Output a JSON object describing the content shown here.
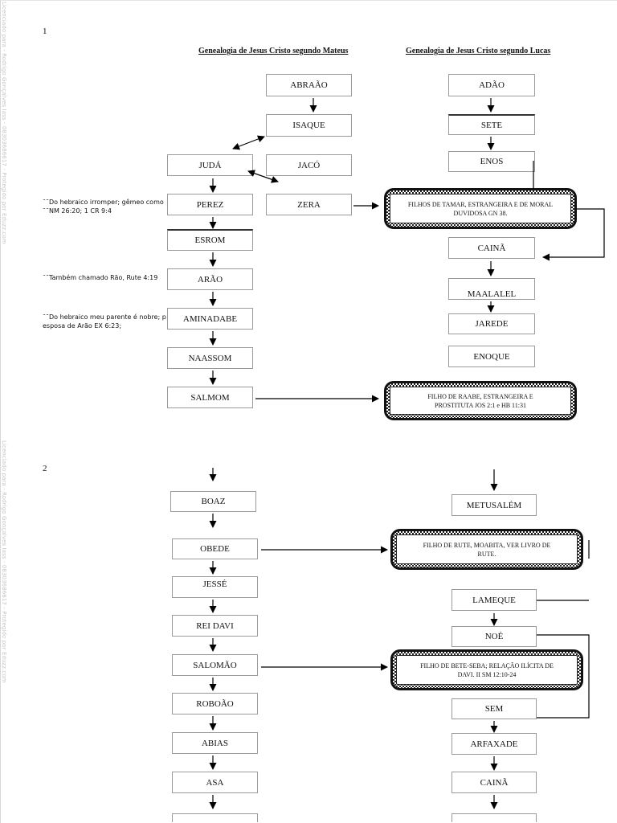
{
  "watermark": "Licenciado para - Rodrigo Gonçalves Iass - 08303686617 - Protegido por Eduzz.com",
  "page1": {
    "number": "1",
    "title_mateus": "Genealogia de Jesus Cristo segundo Mateus",
    "title_lucas": "Genealogia de Jesus Cristo segundo Lucas",
    "mateus": {
      "abraao": "ABRAÃO",
      "isaque": "ISAQUE",
      "juda": "JUDÁ",
      "jaco": "JACÓ",
      "perez": "PEREZ",
      "zera": "ZERA",
      "esrom": "ESROM",
      "arao": "ARÃO",
      "aminadabe": "AMINADABE",
      "naassom": "NAASSOM",
      "salmom": "SALMOM"
    },
    "lucas": {
      "adao": "ADÃO",
      "sete": "SETE",
      "enos": "ENOS",
      "caina": "CAINÃ",
      "maalalel": "MAALALEL",
      "jarede": "JAREDE",
      "enoque": "ENOQUE"
    },
    "notes": {
      "perez": [
        "¯¯Do hebraico irromper; gêmeo como",
        "¯¯NM 26:20; 1 CR 9:4"
      ],
      "arao": [
        "¯¯Também chamado Rão, Rute 4:19"
      ],
      "aminadabe": [
        "¯¯Do hebraico meu parente é nobre; p",
        "esposa de Arão EX 6:23;"
      ]
    },
    "callouts": {
      "tamar": [
        "FILHOS DE TAMAR, ESTRANGEIRA E DE MORAL",
        "DUVIDOSA GN 38."
      ],
      "raabe": [
        "FILHO DE RAABE, ESTRANGEIRA E",
        "PROSTITUTA JOS 2:1 e HB 11:31"
      ]
    }
  },
  "page2": {
    "number": "2",
    "mateus": {
      "boaz": "BOAZ",
      "obede": "OBEDE",
      "jesse": "JESSÉ",
      "rei_davi": "REI DAVI",
      "salomao": "SALOMÃO",
      "roboao": "ROBOÃO",
      "abias": "ABIAS",
      "asa": "ASA"
    },
    "lucas": {
      "metusalem": "METUSALÉM",
      "lameque": "LAMEQUE",
      "noe": "NOÉ",
      "sem": "SEM",
      "arfaxade": "ARFAXADE",
      "caina": "CAINÃ"
    },
    "callouts": {
      "rute": [
        "FILHO DE RUTE, MOABITA, VER LIVRO DE",
        "RUTE."
      ],
      "bete_seba": [
        "FILHO DE BETE-SEBA; RELAÇÃO ILÍCITA DE",
        "DAVI. II SM 12:10-24"
      ]
    }
  }
}
